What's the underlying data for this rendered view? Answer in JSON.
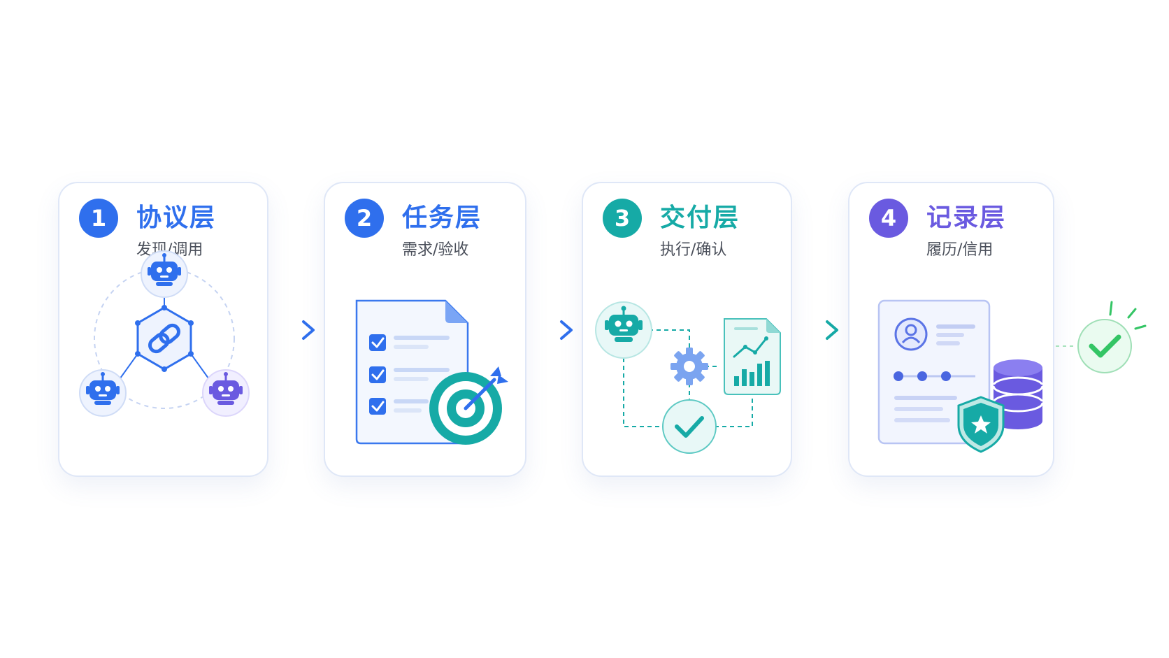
{
  "colors": {
    "blue": "#2f6fed",
    "teal": "#16aaa6",
    "purple": "#6a5ae0",
    "green": "#34c565",
    "card_border": "#dfe7f7"
  },
  "layers": [
    {
      "number": "1",
      "title": "协议层",
      "subtitle": "发现/调用",
      "accent": "#2f6fed",
      "icons": [
        "robot-icon",
        "chain-link-icon",
        "network-icon"
      ]
    },
    {
      "number": "2",
      "title": "任务层",
      "subtitle": "需求/验收",
      "accent": "#2f6fed",
      "icons": [
        "checklist-document-icon",
        "target-icon",
        "arrow-icon"
      ]
    },
    {
      "number": "3",
      "title": "交付层",
      "subtitle": "执行/确认",
      "accent": "#16aaa6",
      "icons": [
        "robot-icon",
        "gear-icon",
        "chart-document-icon",
        "check-icon"
      ]
    },
    {
      "number": "4",
      "title": "记录层",
      "subtitle": "履历/信用",
      "accent": "#6a5ae0",
      "icons": [
        "profile-document-icon",
        "database-icon",
        "shield-star-icon"
      ]
    }
  ],
  "final": {
    "icon": "check-circle-icon",
    "color": "#34c565"
  }
}
